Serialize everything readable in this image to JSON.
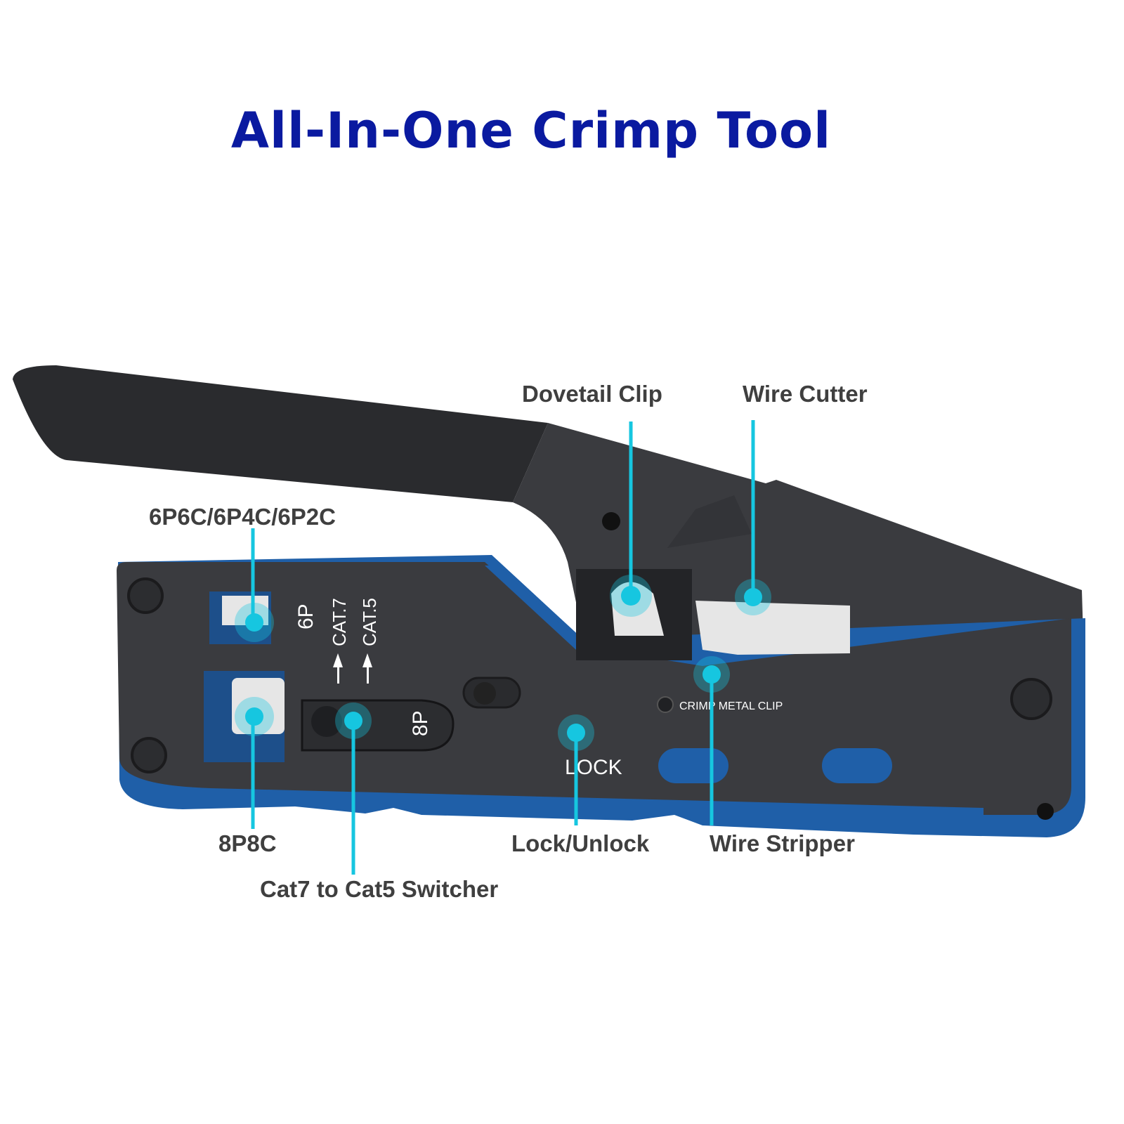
{
  "title": "All-In-One Crimp Tool",
  "colors": {
    "title": "#0a1aa0",
    "label": "#3f3f3f",
    "callout": "#16c6e0",
    "tool_body": "#3a3b3f",
    "tool_handle": "#2a2b2e",
    "tool_blue": "#1f5fa8",
    "metal": "#e6e6e6"
  },
  "callouts": {
    "dovetail_clip": "Dovetail Clip",
    "wire_cutter": "Wire Cutter",
    "six_p": "6P6C/6P4C/6P2C",
    "eight_p8c": "8P8C",
    "switcher": "Cat7 to Cat5 Switcher",
    "lock_unlock": "Lock/Unlock",
    "wire_stripper": "Wire Stripper"
  },
  "tool_labels": {
    "six_p": "6P",
    "eight_p": "8P",
    "cat7": "CAT.7",
    "cat5": "CAT.5",
    "lock": "LOCK",
    "crimp_metal_clip": "CRIMP METAL CLIP"
  }
}
